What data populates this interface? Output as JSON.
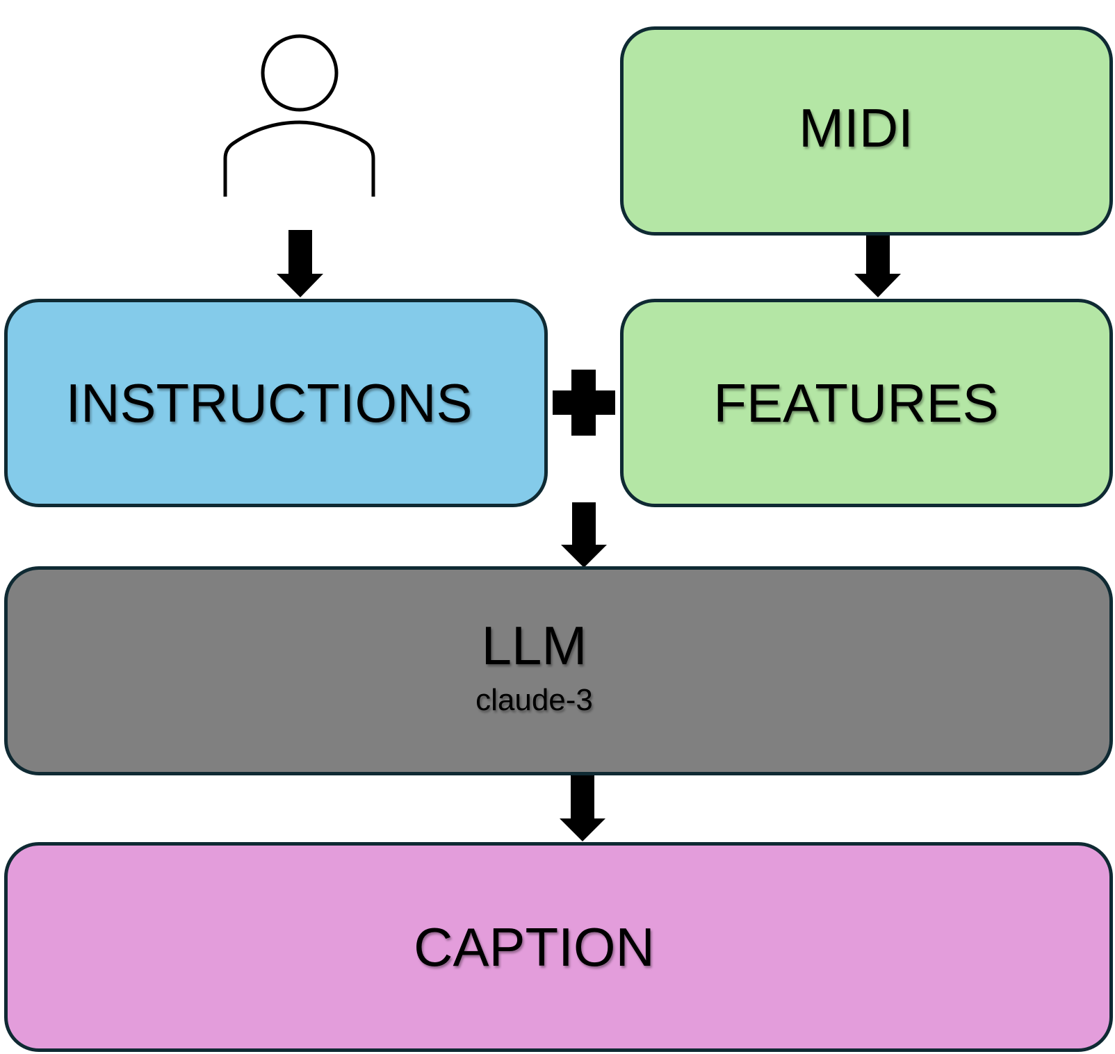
{
  "diagram": {
    "nodes": {
      "midi": {
        "label": "MIDI",
        "color": "#b4e6a5"
      },
      "instructions": {
        "label": "INSTRUCTIONS",
        "color": "#84cbea"
      },
      "features": {
        "label": "FEATURES",
        "color": "#b4e6a5"
      },
      "llm": {
        "label": "LLM",
        "sublabel": "claude-3",
        "color": "#808080"
      },
      "caption": {
        "label": "CAPTION",
        "color": "#e39ddb"
      }
    },
    "icons": {
      "user": "person-outline-icon",
      "plus": "plus-icon",
      "arrow": "arrow-down-icon"
    },
    "edges": [
      {
        "from": "user",
        "to": "instructions"
      },
      {
        "from": "midi",
        "to": "features"
      },
      {
        "from": "instructions+features",
        "to": "llm"
      },
      {
        "from": "llm",
        "to": "caption"
      }
    ]
  }
}
